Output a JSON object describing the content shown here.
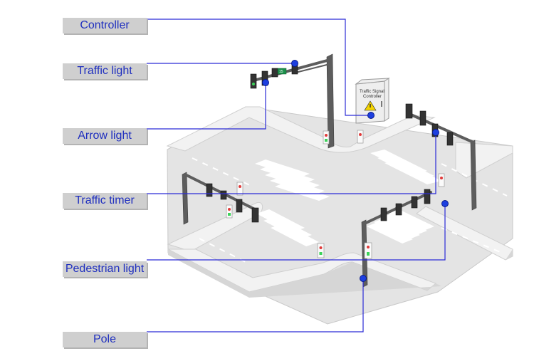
{
  "labels": {
    "controller": "Controller",
    "traffic_light": "Traffic light",
    "arrow_light": "Arrow light",
    "traffic_timer": "Traffic timer",
    "pedestrian_light": "Pedestrian light",
    "pole": "Pole"
  },
  "cabinet_text": {
    "line1": "Traffic  Signal",
    "line2": "Controller"
  },
  "timer_digits": "15",
  "colors": {
    "label_text": "#1f2fbf",
    "label_bg": "#cfcfcf",
    "leader": "#2b2bd6",
    "dot": "#1d3fe0"
  },
  "icons": [
    "warning-icon"
  ]
}
